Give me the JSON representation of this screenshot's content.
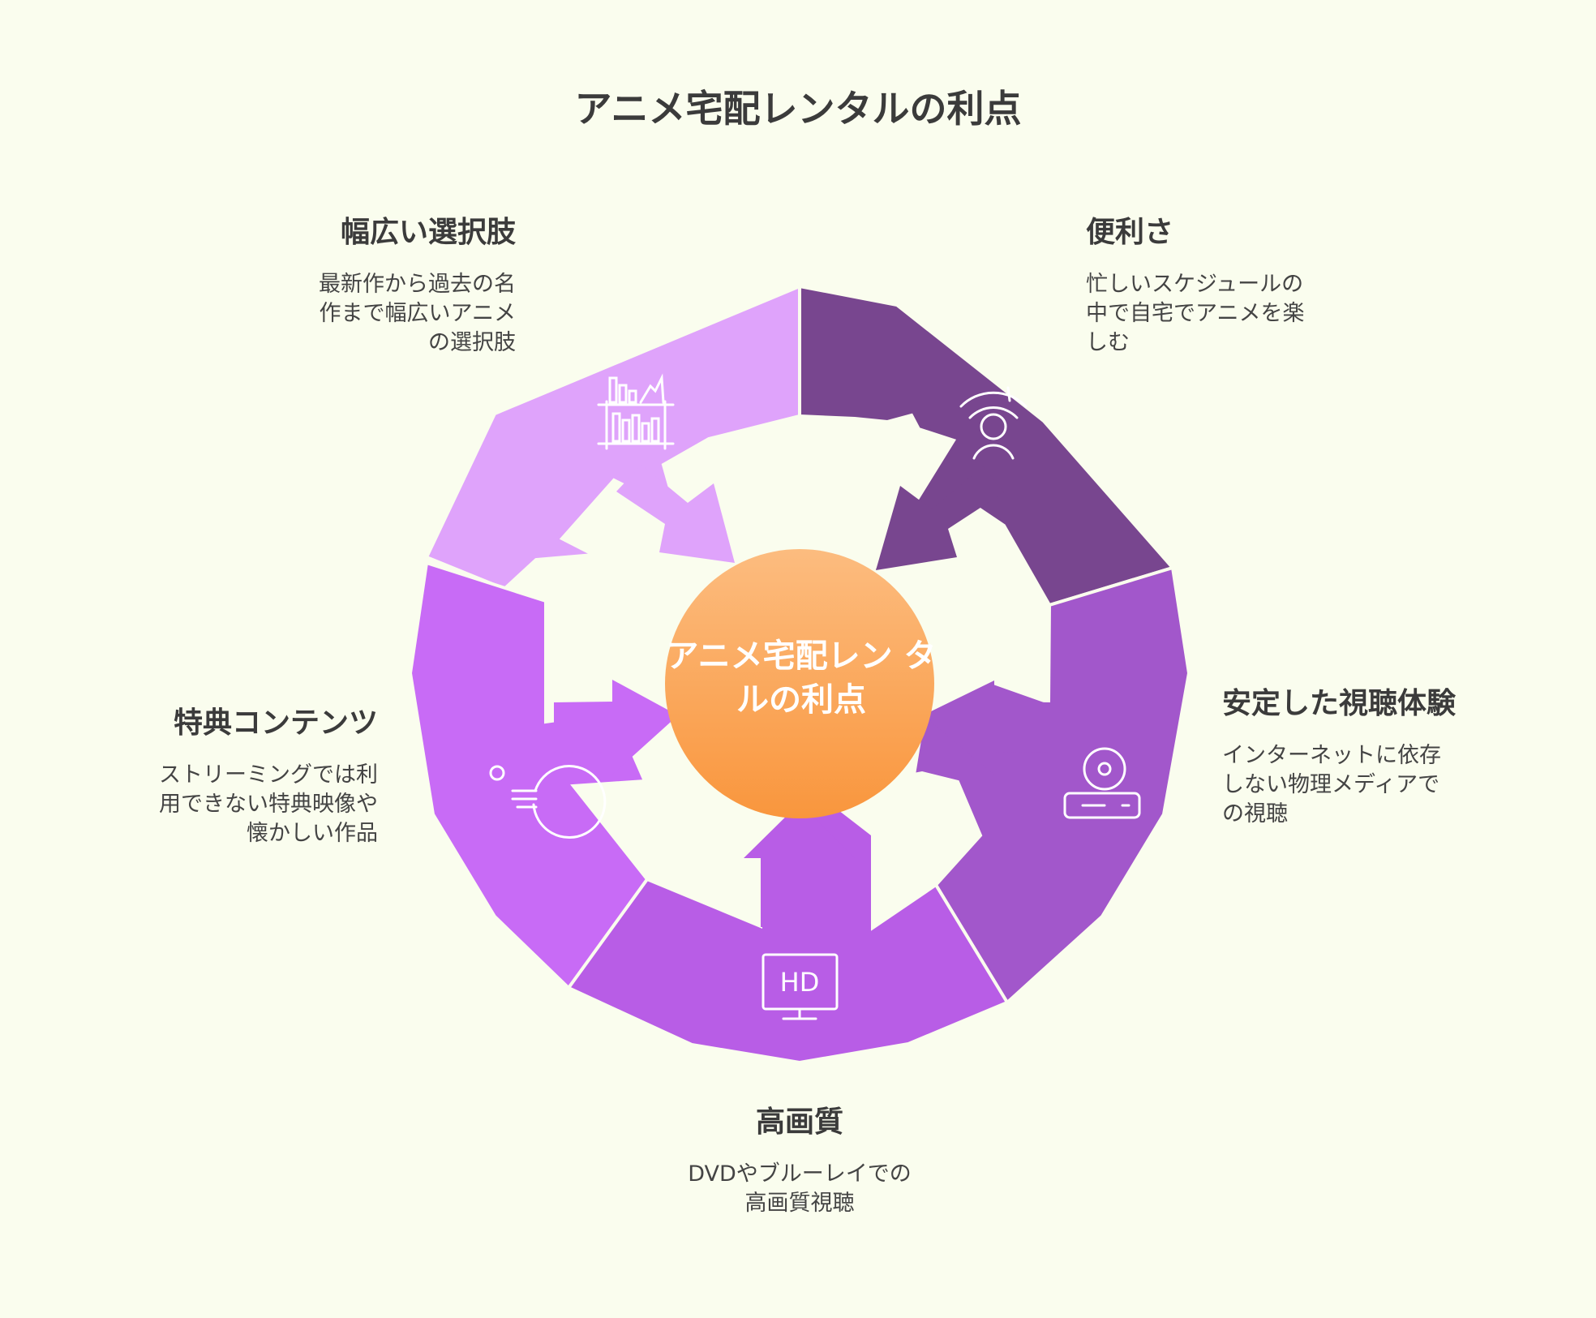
{
  "title": "アニメ宅配レンタルの利点",
  "center": {
    "label": "アニメ宅配レン タルの利点"
  },
  "segments": [
    {
      "id": "wide",
      "heading": "幅広い選択肢",
      "description": "最新作から過去の名作まで幅広いアニメの選択肢",
      "color": "#dfa3fb",
      "icon": "bookshelf-chart-icon"
    },
    {
      "id": "convenience",
      "heading": "便利さ",
      "description": "忙しいスケジュールの中で自宅でアニメを楽しむ",
      "color": "#78468f",
      "icon": "person-signal-icon"
    },
    {
      "id": "stable",
      "heading": "安定した視聴体験",
      "description": "インターネットに依存しない物理メディアでの視聴",
      "color": "#a257cb",
      "icon": "disc-player-icon"
    },
    {
      "id": "hd",
      "heading": "高画質",
      "description": "DVDやブルーレイでの高画質視聴",
      "color": "#b85de6",
      "icon": "hd-monitor-icon"
    },
    {
      "id": "bonus",
      "heading": "特典コンテンツ",
      "description": "ストリーミングでは利用できない特典映像や懐かしい作品",
      "color": "#c86bf6",
      "icon": "disc-icon"
    }
  ],
  "colors": {
    "background": "#fafdee",
    "center_top": "#fcbc7f",
    "center_bottom": "#f9963d"
  }
}
